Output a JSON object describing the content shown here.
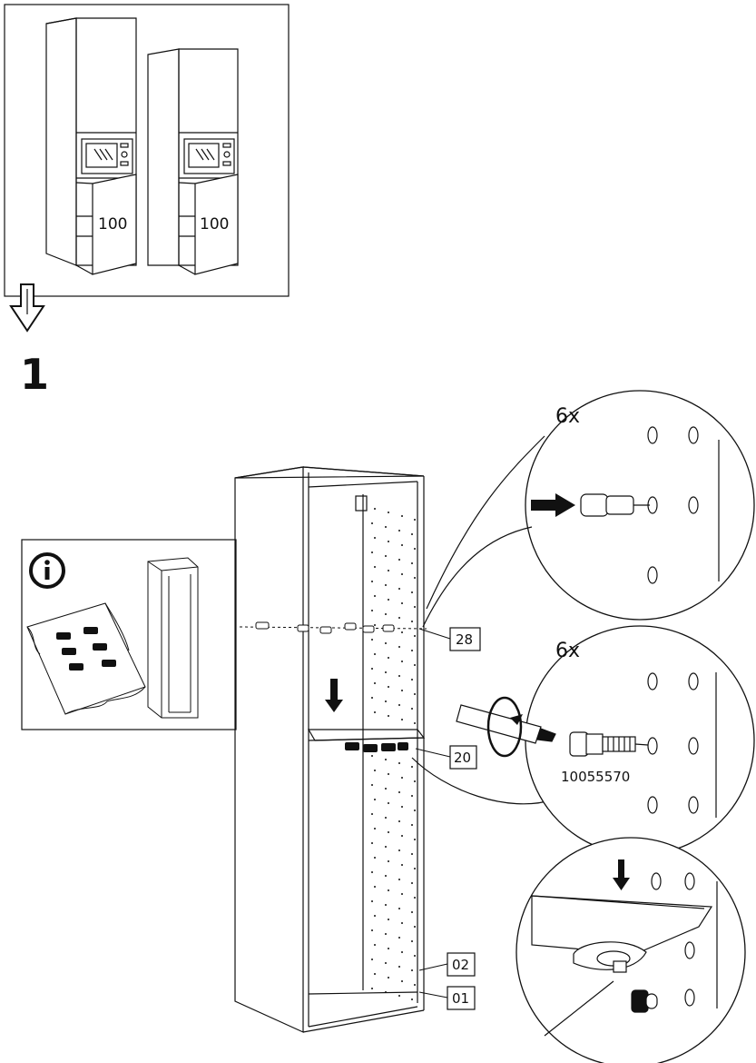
{
  "overview": {
    "cabinets": [
      {
        "door_label": "100"
      },
      {
        "door_label": "100"
      }
    ]
  },
  "step": {
    "number": "1"
  },
  "info_panel": {
    "icon": "info-icon"
  },
  "details": {
    "top_quantity": "6x",
    "middle_quantity": "6x",
    "screw_article_number": "10055570"
  },
  "part_labels": {
    "shelf_pins": "28",
    "screws": "20",
    "side_panel": "02",
    "frame": "01"
  }
}
